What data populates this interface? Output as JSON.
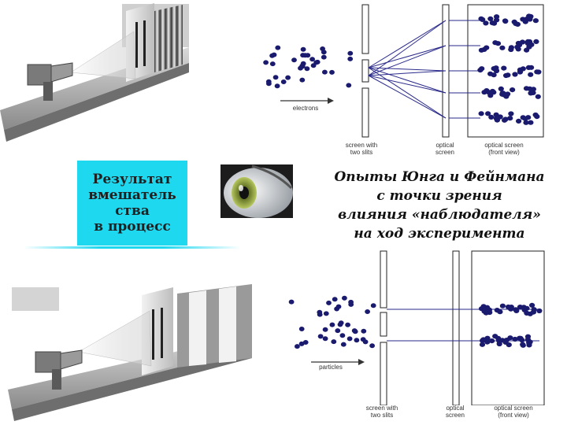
{
  "box": {
    "lines": [
      "Результат",
      "вмешатель",
      "ства",
      "в процесс"
    ],
    "background": "#1ed8f0"
  },
  "title": {
    "lines": [
      "Опыты Юнга и Фейнмана",
      "с точки зрения",
      "влияния «наблюдателя»",
      "на ход эксперимента"
    ]
  },
  "top_diagram": {
    "arrow_label": "electrons",
    "screen_label": [
      "screen with",
      "two slits"
    ],
    "optical_label": [
      "optical",
      "screen"
    ],
    "front_label": [
      "optical screen",
      "(front view)"
    ],
    "pattern": "interference",
    "band_count": 5
  },
  "bottom_diagram": {
    "arrow_label": "particles",
    "screen_label": [
      "screen with",
      "two slits"
    ],
    "optical_label": [
      "optical",
      "screen"
    ],
    "front_label": [
      "optical screen",
      "(front view)"
    ],
    "pattern": "two-bands",
    "band_count": 2
  },
  "colors": {
    "dots": "#1a1a6e",
    "lines": "#2a2a8a",
    "accent": "#1ed8f0"
  },
  "icons": [
    "electron-gun-illustration",
    "eye-icon",
    "particle-gun-illustration"
  ]
}
